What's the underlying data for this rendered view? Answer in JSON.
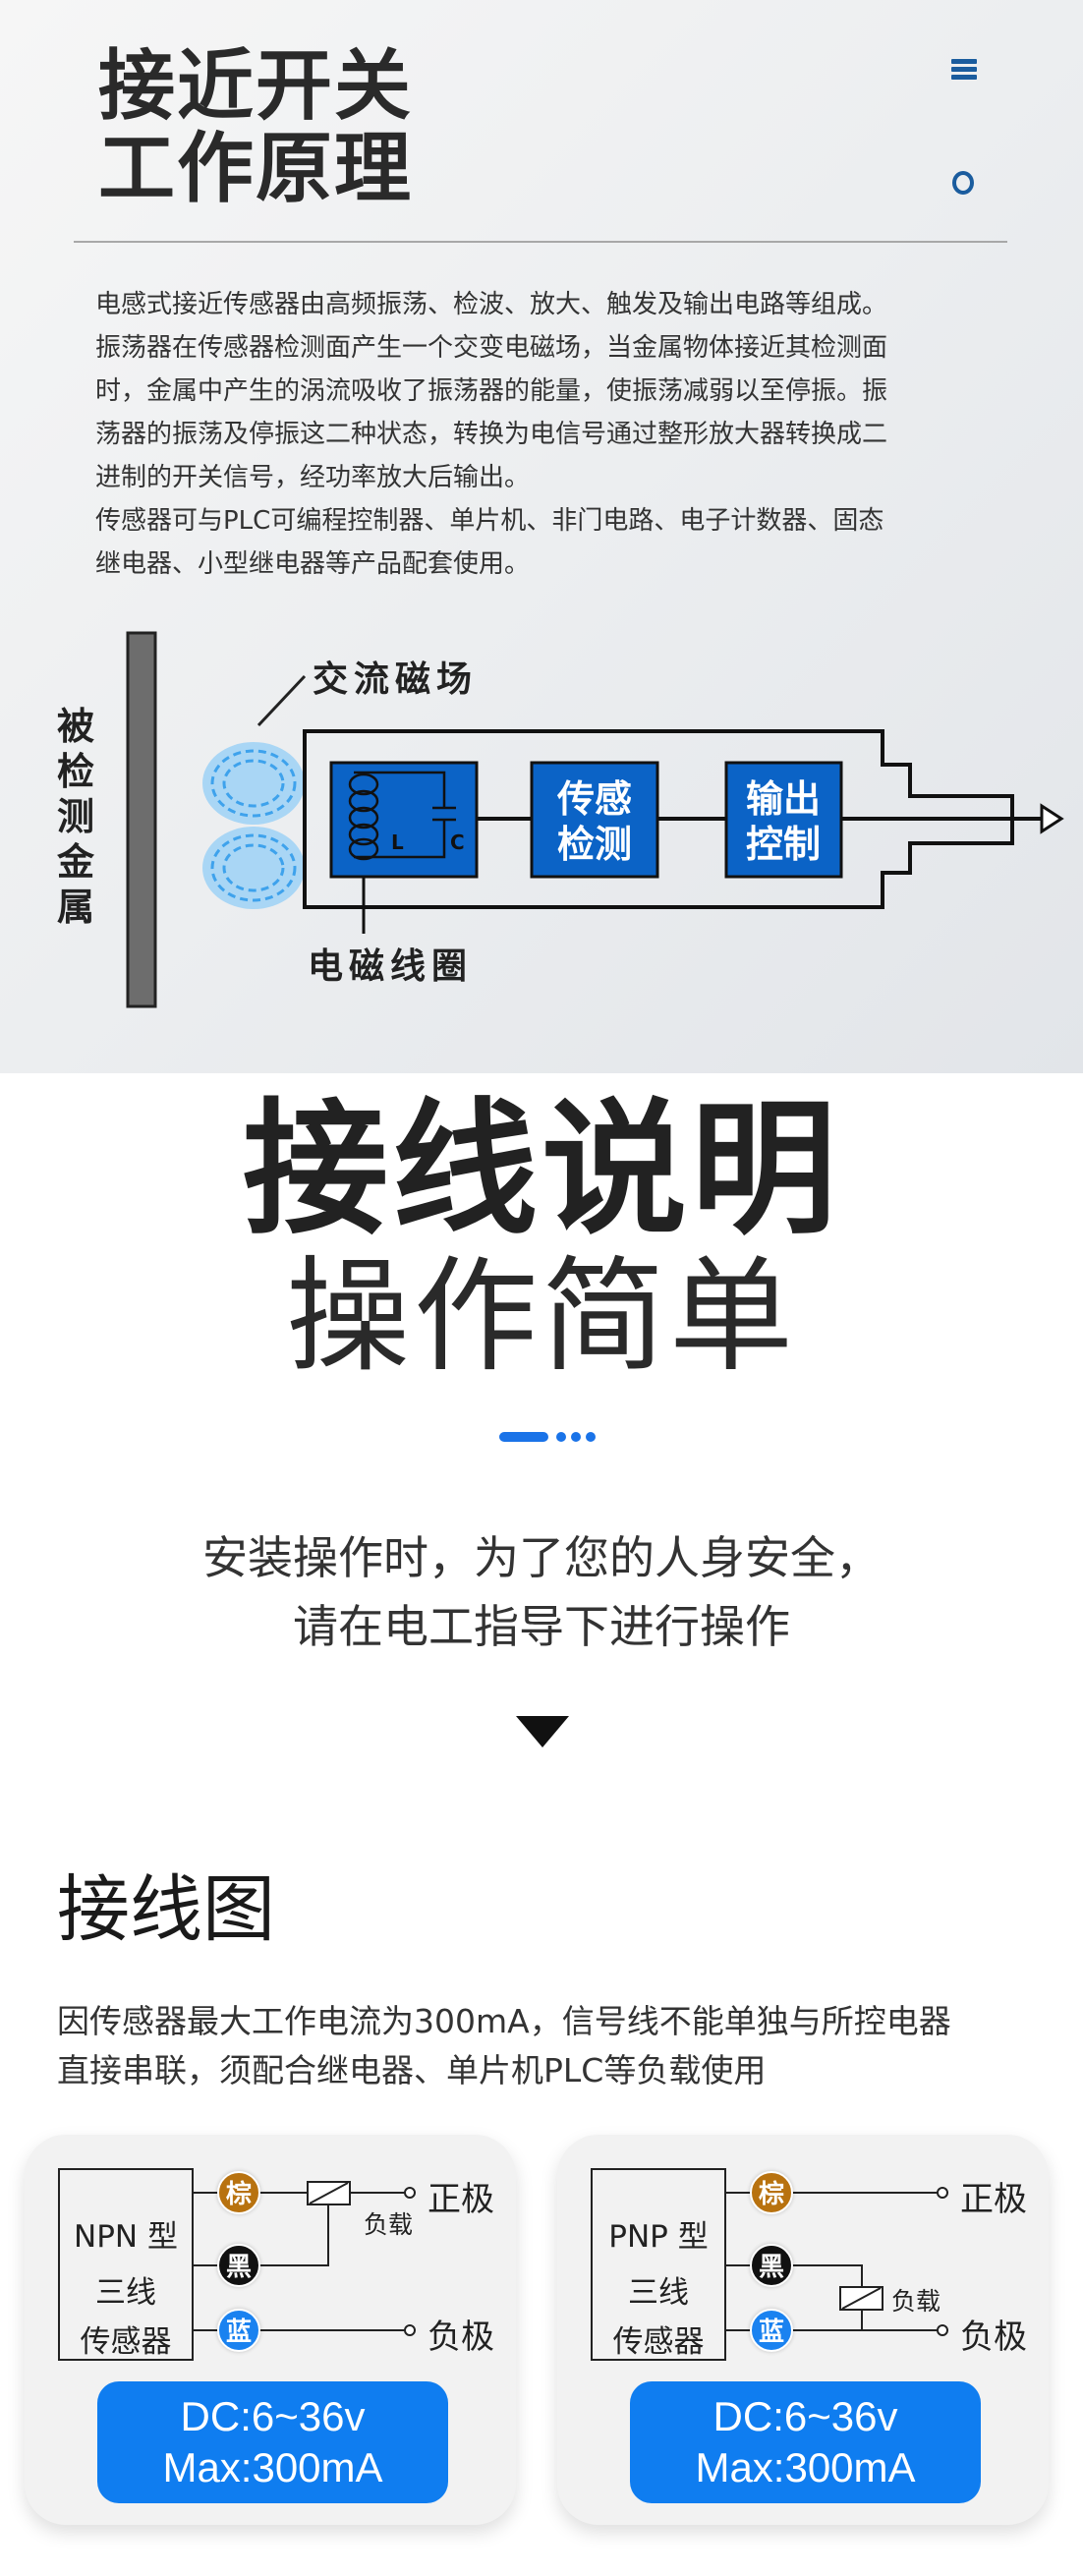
{
  "principle": {
    "title_lines": [
      "接近开关",
      "工作原理"
    ],
    "menu_icon": "menu-icon",
    "ring_icon": "circle-icon",
    "paragraph_lines": [
      "电感式接近传感器由高频振荡、检波、放大、触发及输出电路等组成。",
      "振荡器在传感器检测面产生一个交变电磁场，当金属物体接近其检测面",
      "时，金属中产生的涡流吸收了振荡器的能量，使振荡减弱以至停振。振",
      "荡器的振荡及停振这二种状态，转换为电信号通过整形放大器转换成二",
      "进制的开关信号，经功率放大后输出。",
      "传感器可与PLC可编程控制器、单片机、非门电路、电子计数器、固态",
      "继电器、小型继电器等产品配套使用。"
    ],
    "diagram": {
      "metal_label": "被检测金属",
      "field_label": "交流磁场",
      "coil_label": "电磁线圈",
      "inductor": "L",
      "capacitor": "C",
      "sense_block": [
        "传感",
        "检测"
      ],
      "output_block": [
        "输出",
        "控制"
      ],
      "block_color": "#0b63c6"
    }
  },
  "wiring_intro": {
    "headline": "接线说明",
    "subheadline": "操作简单",
    "accent_color": "#1a73e8",
    "safety_lines": [
      "安装操作时，为了您的人身安全，",
      "请在电工指导下进行操作"
    ]
  },
  "wiring": {
    "title": "接线图",
    "note_lines": [
      "因传感器最大工作电流为300mA，信号线不能单独与所控电器",
      "直接串联，须配合继电器、单片机PLC等负载使用"
    ],
    "cards": [
      {
        "type_lines": [
          "NPN 型",
          "三线",
          "传感器"
        ],
        "wires": [
          "棕",
          "黑",
          "蓝"
        ],
        "positive": "正极",
        "negative": "负极",
        "load": "负载",
        "spec_lines": [
          "DC:6~36v",
          "Max:300mA"
        ]
      },
      {
        "type_lines": [
          "PNP 型",
          "三线",
          "传感器"
        ],
        "wires": [
          "棕",
          "黑",
          "蓝"
        ],
        "positive": "正极",
        "negative": "负极",
        "load": "负载",
        "spec_lines": [
          "DC:6~36v",
          "Max:300mA"
        ]
      }
    ],
    "wire_colors": {
      "brown": "#b8720f",
      "black": "#111111",
      "blue": "#1a82f0"
    }
  }
}
